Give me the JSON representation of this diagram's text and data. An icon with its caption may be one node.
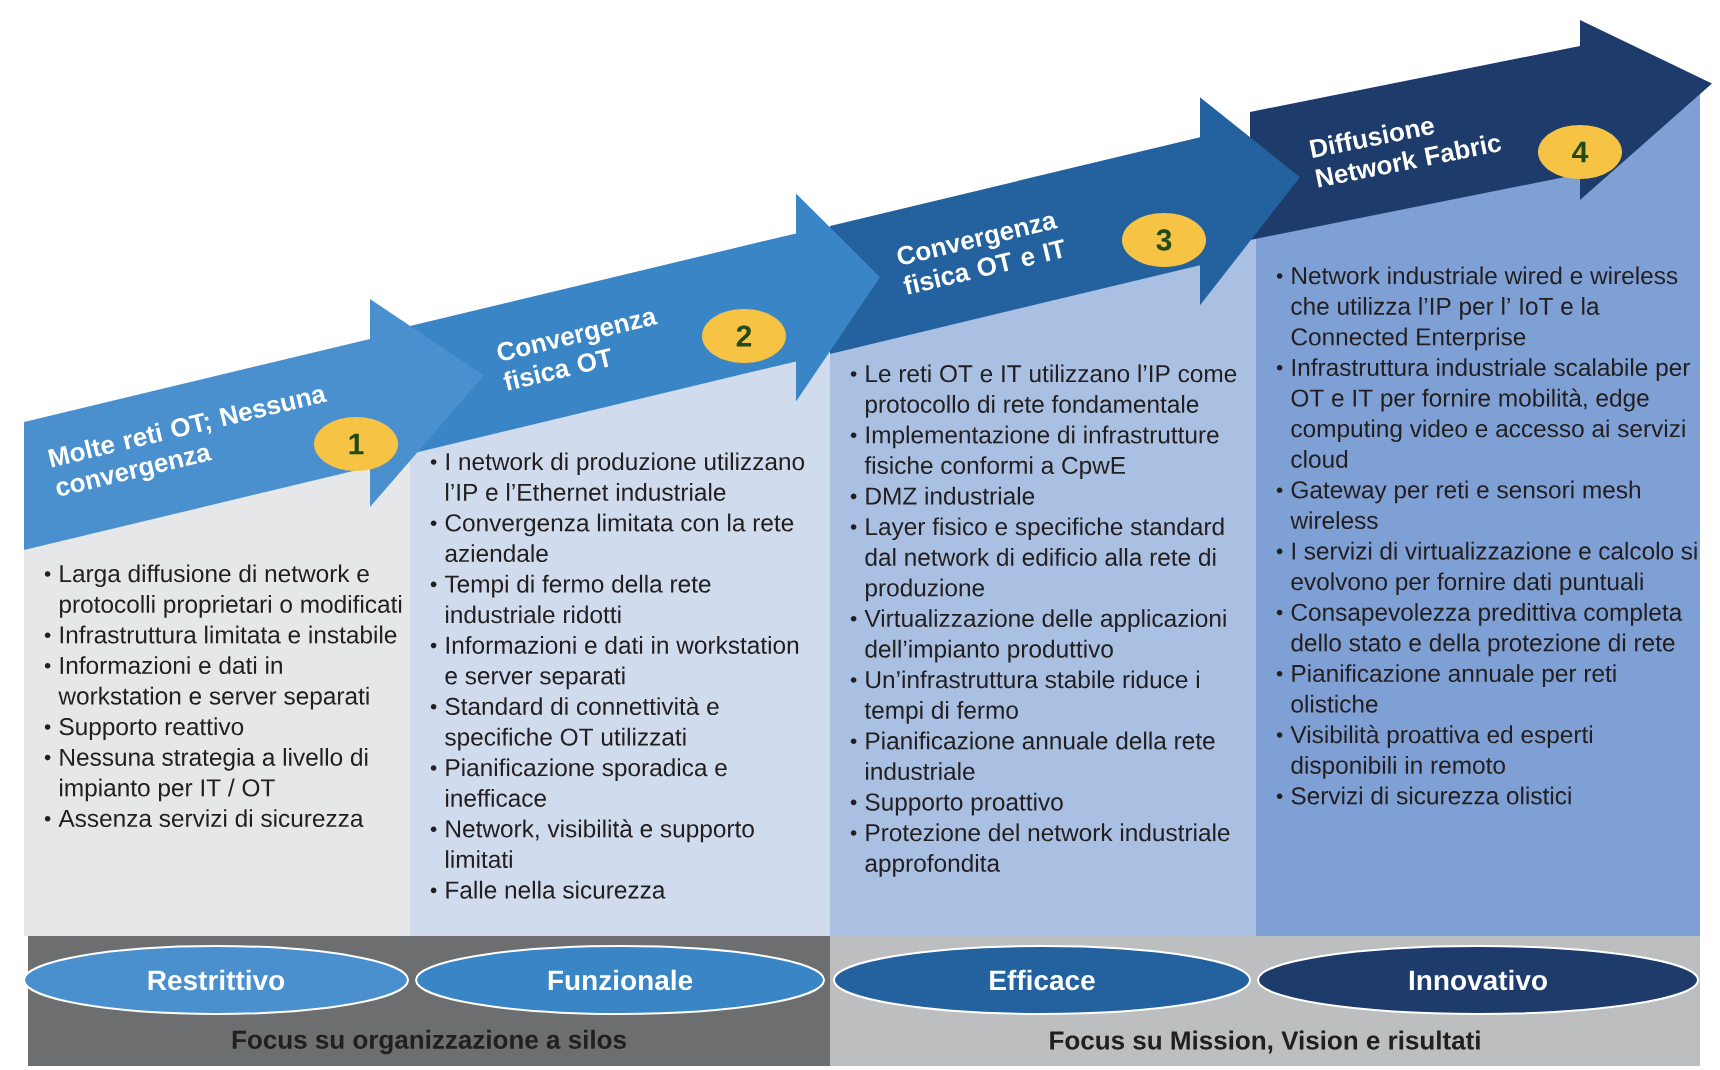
{
  "diagram": {
    "nodes": [
      {
        "text": [
          "Focus su organizzazione a silos"
        ]
      },
      {
        "text": [
          "Focus su Mission, Vision e risultati"
        ]
      },
      {
        "text": [
          "Molte reti OT; Nessuna convergenza"
        ]
      },
      {
        "text": [
          "1"
        ]
      },
      {
        "text": [
          "Larga diffusione di network e protocolli proprietari o modificati",
          "Infrastruttura limitata e instabile",
          "Informazioni e dati in workstation e server separati",
          "Supporto reattivo",
          "Nessuna strategia a livello di impianto per IT / OT",
          "Assenza servizi di sicurezza"
        ]
      },
      {
        "text": [
          "Restrittivo"
        ],
        "in": 0
      },
      {
        "text": [
          "Convergenza fisica OT"
        ]
      },
      {
        "text": [
          "2"
        ]
      },
      {
        "text": [
          "I network di produzione utilizzano l’IP e l’Ethernet industriale",
          "Convergenza limitata con la rete aziendale",
          "Tempi di fermo della rete industriale ridotti",
          "Informazioni e dati in workstation e server separati",
          "Standard di connettività e specifiche OT utilizzati",
          "Pianificazione sporadica e inefficace",
          "Network, visibilità e supporto limitati",
          "Falle nella sicurezza"
        ]
      },
      {
        "text": [
          "Funzionale"
        ],
        "in": 0
      },
      {
        "text": [
          "Convergenza fisica OT e IT"
        ]
      },
      {
        "text": [
          "3"
        ]
      },
      {
        "text": [
          "Le reti OT e IT utilizzano l’IP come protocollo di rete fondamentale",
          "Implementazione di infrastrutture fisiche conformi a CpwE",
          "DMZ industriale",
          "Layer fisico e specifiche standard dal network di edificio alla rete di produzione",
          "Virtualizzazione delle applicazioni dell’impianto produttivo",
          "Un’infrastruttura stabile riduce i tempi di fermo",
          "Pianificazione annuale della rete industriale",
          "Supporto proattivo",
          "Protezione del network industriale approfondita"
        ]
      },
      {
        "text": [
          "Efficace"
        ],
        "in": 1
      },
      {
        "text": [
          "Diffusione Network Fabric"
        ]
      },
      {
        "text": [
          "4"
        ]
      },
      {
        "text": [
          "Network industriale wired e wireless che utilizza l’IP per l’ IoT e la Connected Enterprise",
          "Infrastruttura industriale scalabile per OT e IT per fornire mobilità, edge computing video e accesso ai servizi cloud",
          "Gateway per reti e sensori mesh wireless",
          "I servizi di virtualizzazione e calcolo si evolvono per fornire dati puntuali",
          "Consapevolezza predittiva completa dello stato e della protezione di rete",
          "Pianificazione annuale per reti olistiche",
          "Visibilità proattiva ed esperti disponibili in remoto",
          "Servizi di sicurezza olistici"
        ]
      },
      {
        "text": [
          "Innovativo"
        ],
        "in": 1
      }
    ]
  }
}
